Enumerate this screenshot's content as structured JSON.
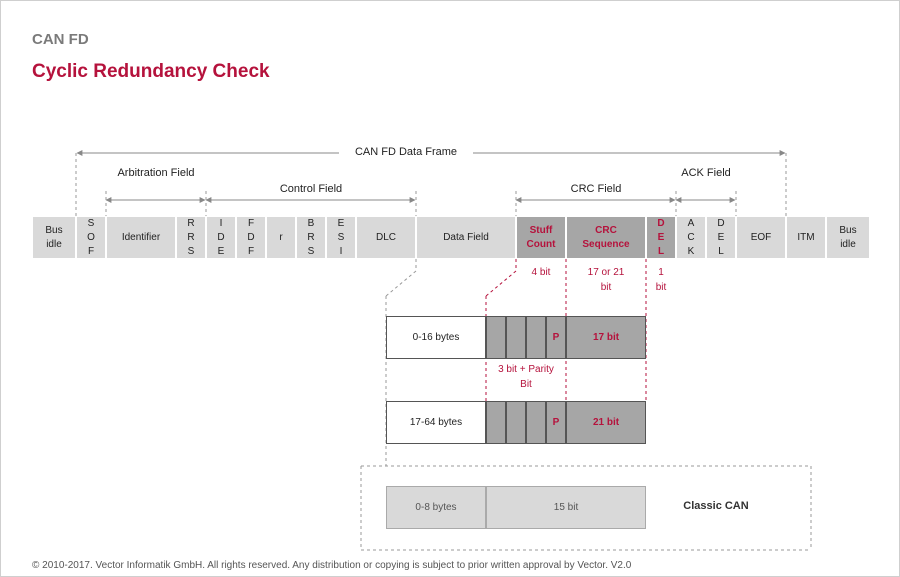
{
  "header": {
    "supertitle": "CAN FD",
    "title": "Cyclic Redundancy Check"
  },
  "frame_label": "CAN FD Data Frame",
  "group_labels": {
    "arbitration": "Arbitration Field",
    "control": "Control Field",
    "crc": "CRC Field",
    "ack": "ACK Field"
  },
  "fields": {
    "bus_idle_left": "Bus idle",
    "sof": "SOF",
    "identifier": "Identifier",
    "rrs": "RRS",
    "ide": "IDE",
    "fdf": "FDF",
    "r": "r",
    "brs": "BRS",
    "esi": "ESI",
    "dlc": "DLC",
    "data_field": "Data Field",
    "stuff_count": "Stuff Count",
    "crc_sequence": "CRC Sequence",
    "del_crc": "DEL",
    "ack": "ACK",
    "del_ack": "DEL",
    "eof": "EOF",
    "itm": "ITM",
    "bus_idle_right": "Bus idle"
  },
  "measures": {
    "stuff": "4 bit",
    "crc": "17 or 21 bit",
    "del": "1 bit",
    "stuff_detail": "3 bit + Parity Bit"
  },
  "rows": {
    "row1_bytes": "0-16 bytes",
    "row1_parity": "P",
    "row1_crc": "17 bit",
    "row2_bytes": "17-64 bytes",
    "row2_parity": "P",
    "row2_crc": "21 bit"
  },
  "classic": {
    "bytes": "0-8 bytes",
    "crc": "15 bit",
    "label": "Classic CAN"
  },
  "footer": "© 2010-2017. Vector Informatik GmbH. All rights reserved. Any distribution or copying is subject to prior written approval by Vector. V2.0",
  "colors": {
    "accent": "#b5123c",
    "field_bg": "#d9d9d9",
    "highlight_bg": "#a6a6a6"
  }
}
